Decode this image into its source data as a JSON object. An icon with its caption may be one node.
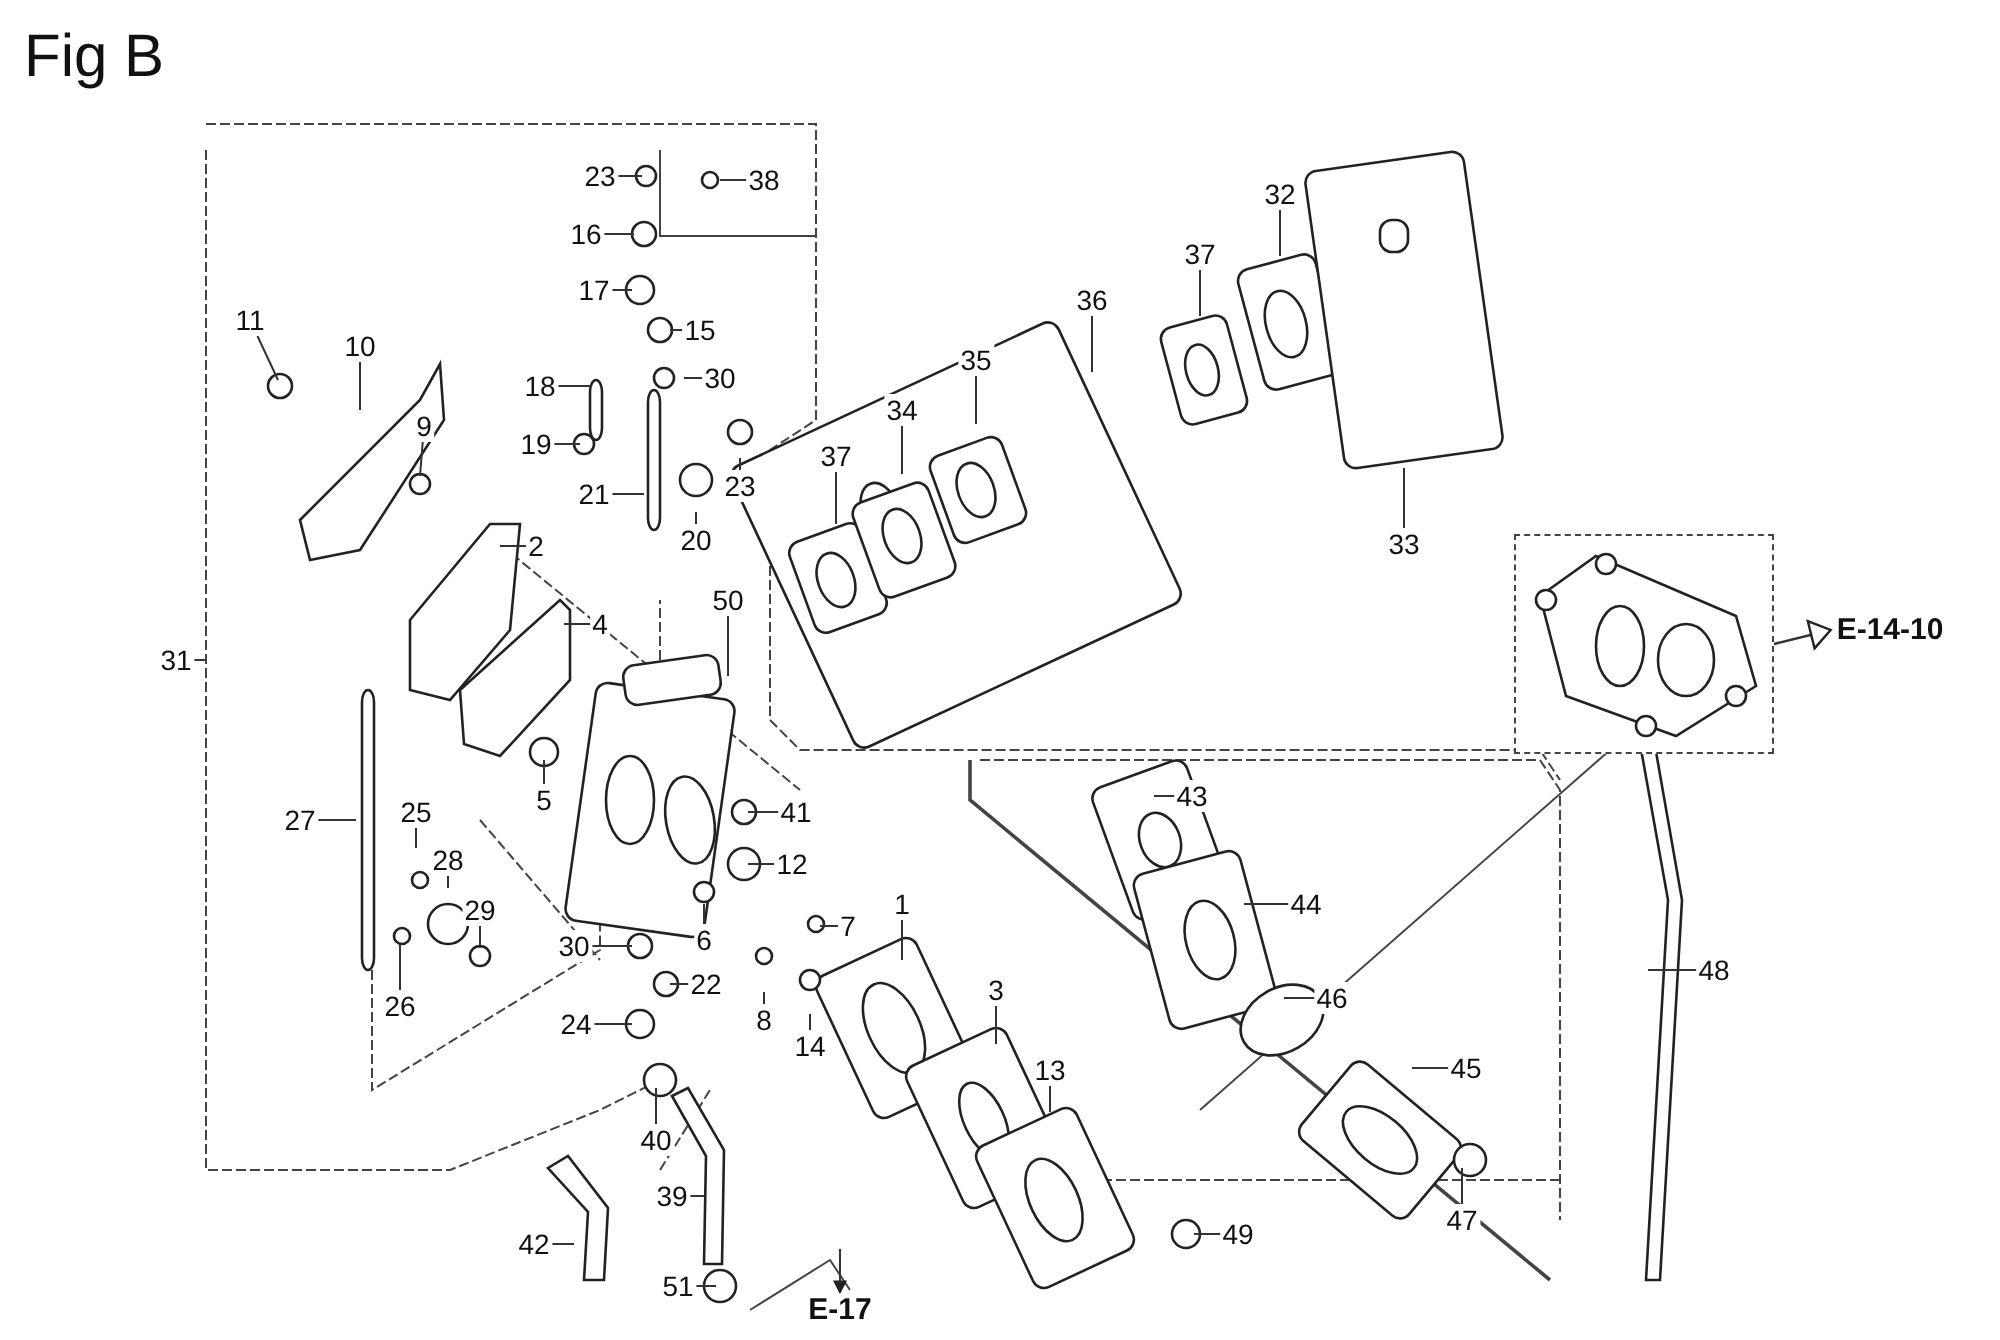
{
  "diagram": {
    "title": "Fig B",
    "nodes": [
      {
        "text": [
          "23"
        ]
      },
      {
        "text": [
          "38"
        ]
      },
      {
        "text": [
          "16"
        ]
      },
      {
        "text": [
          "17"
        ]
      },
      {
        "text": [
          "15"
        ]
      },
      {
        "text": [
          "11"
        ]
      },
      {
        "text": [
          "10"
        ]
      },
      {
        "text": [
          "18"
        ]
      },
      {
        "text": [
          "30"
        ]
      },
      {
        "text": [
          "9"
        ]
      },
      {
        "text": [
          "19"
        ]
      },
      {
        "text": [
          "23"
        ]
      },
      {
        "text": [
          "21"
        ]
      },
      {
        "text": [
          "20"
        ]
      },
      {
        "text": [
          "32"
        ]
      },
      {
        "text": [
          "37"
        ]
      },
      {
        "text": [
          "36"
        ]
      },
      {
        "text": [
          "35"
        ]
      },
      {
        "text": [
          "34"
        ]
      },
      {
        "text": [
          "37"
        ]
      },
      {
        "text": [
          "33"
        ]
      },
      {
        "text": [
          "2"
        ]
      },
      {
        "text": [
          "4"
        ]
      },
      {
        "text": [
          "50"
        ]
      },
      {
        "text": [
          "31"
        ]
      },
      {
        "text": [],
        "shape": "picture"
      },
      {
        "text": [
          "E-14-10"
        ]
      },
      {
        "text": [
          "5"
        ]
      },
      {
        "text": [
          "41"
        ]
      },
      {
        "text": [
          "43"
        ]
      },
      {
        "text": [
          "27"
        ]
      },
      {
        "text": [
          "25"
        ]
      },
      {
        "text": [
          "12"
        ]
      },
      {
        "text": [
          "28"
        ]
      },
      {
        "text": [
          "29"
        ]
      },
      {
        "text": [
          "1"
        ]
      },
      {
        "text": [
          "44"
        ]
      },
      {
        "text": [
          "30"
        ]
      },
      {
        "text": [
          "6"
        ]
      },
      {
        "text": [
          "7"
        ]
      },
      {
        "text": [
          "22"
        ]
      },
      {
        "text": [
          "48"
        ]
      },
      {
        "text": [
          "3"
        ]
      },
      {
        "text": [
          "46"
        ]
      },
      {
        "text": [
          "26"
        ]
      },
      {
        "text": [
          "24"
        ]
      },
      {
        "text": [
          "8"
        ]
      },
      {
        "text": [
          "14"
        ]
      },
      {
        "text": [
          "13"
        ]
      },
      {
        "text": [
          "45"
        ]
      },
      {
        "text": [
          "40"
        ]
      },
      {
        "text": [
          "39"
        ]
      },
      {
        "text": [
          "47"
        ]
      },
      {
        "text": [
          "42"
        ]
      },
      {
        "text": [
          "49"
        ]
      },
      {
        "text": [
          "51"
        ]
      },
      {
        "text": [
          "E-17"
        ]
      }
    ],
    "edges": [
      {
        "from": 0,
        "to": null,
        "arrow": "none"
      },
      {
        "from": 1,
        "to": null,
        "arrow": "none"
      },
      {
        "from": 2,
        "to": null,
        "arrow": "none"
      },
      {
        "from": 3,
        "to": null,
        "arrow": "none"
      },
      {
        "from": 4,
        "to": null,
        "arrow": "none"
      },
      {
        "from": 5,
        "to": null,
        "arrow": "none"
      },
      {
        "from": 6,
        "to": null,
        "arrow": "none"
      },
      {
        "from": 7,
        "to": null,
        "arrow": "none"
      },
      {
        "from": 8,
        "to": null,
        "arrow": "none"
      },
      {
        "from": 9,
        "to": null,
        "arrow": "none"
      },
      {
        "from": 10,
        "to": null,
        "arrow": "none"
      },
      {
        "from": 11,
        "to": null,
        "arrow": "none"
      },
      {
        "from": 12,
        "to": null,
        "arrow": "none"
      },
      {
        "from": 13,
        "to": null,
        "arrow": "none"
      },
      {
        "from": 14,
        "to": null,
        "arrow": "none"
      },
      {
        "from": 15,
        "to": null,
        "arrow": "none"
      },
      {
        "from": 16,
        "to": null,
        "arrow": "none"
      },
      {
        "from": 17,
        "to": null,
        "arrow": "none"
      },
      {
        "from": 18,
        "to": null,
        "arrow": "none"
      },
      {
        "from": 19,
        "to": null,
        "arrow": "none"
      },
      {
        "from": 20,
        "to": null,
        "arrow": "none"
      },
      {
        "from": 21,
        "to": null,
        "arrow": "none"
      },
      {
        "from": 22,
        "to": null,
        "arrow": "none"
      },
      {
        "from": 23,
        "to": null,
        "arrow": "none"
      },
      {
        "from": 24,
        "to": null,
        "arrow": "none"
      },
      {
        "from": 25,
        "to": 26,
        "arrow": "to"
      },
      {
        "from": 27,
        "to": null,
        "arrow": "none"
      },
      {
        "from": 28,
        "to": null,
        "arrow": "none"
      },
      {
        "from": 29,
        "to": null,
        "arrow": "none"
      },
      {
        "from": 30,
        "to": null,
        "arrow": "none"
      },
      {
        "from": 31,
        "to": null,
        "arrow": "none"
      },
      {
        "from": 32,
        "to": null,
        "arrow": "none"
      },
      {
        "from": 33,
        "to": null,
        "arrow": "none"
      },
      {
        "from": 34,
        "to": null,
        "arrow": "none"
      },
      {
        "from": 35,
        "to": null,
        "arrow": "none"
      },
      {
        "from": 36,
        "to": null,
        "arrow": "none"
      },
      {
        "from": 37,
        "to": null,
        "arrow": "none"
      },
      {
        "from": 38,
        "to": null,
        "arrow": "none"
      },
      {
        "from": 39,
        "to": null,
        "arrow": "none"
      },
      {
        "from": 40,
        "to": null,
        "arrow": "none"
      },
      {
        "from": 41,
        "to": null,
        "arrow": "none"
      },
      {
        "from": 42,
        "to": null,
        "arrow": "none"
      },
      {
        "from": 43,
        "to": null,
        "arrow": "none"
      },
      {
        "from": 44,
        "to": null,
        "arrow": "none"
      },
      {
        "from": 45,
        "to": null,
        "arrow": "none"
      },
      {
        "from": 46,
        "to": null,
        "arrow": "none"
      },
      {
        "from": 47,
        "to": null,
        "arrow": "none"
      },
      {
        "from": 48,
        "to": null,
        "arrow": "none"
      },
      {
        "from": 49,
        "to": null,
        "arrow": "none"
      },
      {
        "from": 50,
        "to": null,
        "arrow": "none"
      },
      {
        "from": 51,
        "to": null,
        "arrow": "none"
      },
      {
        "from": 52,
        "to": null,
        "arrow": "none"
      },
      {
        "from": 53,
        "to": null,
        "arrow": "none"
      },
      {
        "from": 54,
        "to": null,
        "arrow": "none"
      },
      {
        "from": 55,
        "to": null,
        "arrow": "none"
      },
      {
        "from": null,
        "to": 56,
        "arrow": "to"
      }
    ]
  }
}
